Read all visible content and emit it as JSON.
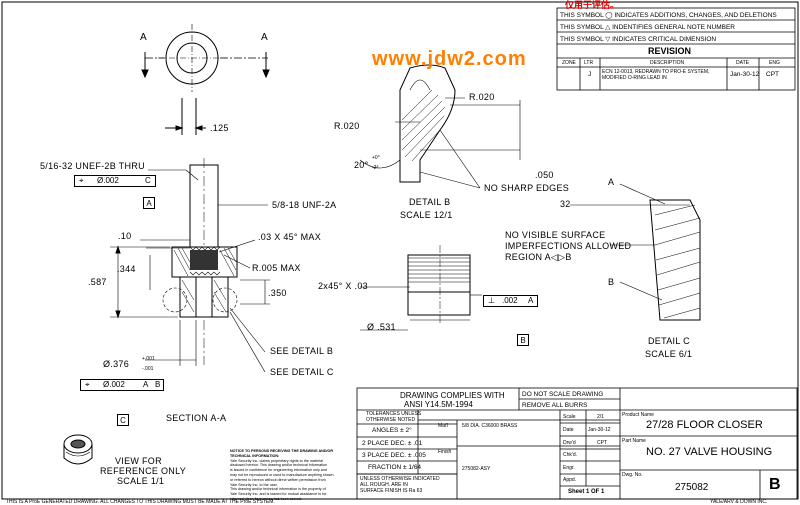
{
  "watermark": "www.jdw2.com",
  "top_red_note": "仅用于评估。",
  "symbol_notes": [
    "THIS SYMBOL ◯ INDICATES ADDITIONS, CHANGES, AND DELETIONS",
    "THIS SYMBOL △ INDENTIFIES GENERAL NOTE NUMBER",
    "THIS SYMBOL ▽ INDICATES CRITICAL DIMENSION"
  ],
  "revision": {
    "title": "REVISION",
    "headers": [
      "ZONE",
      "LTR",
      "DESCRIPTION",
      "DATE",
      "ENG"
    ],
    "row": {
      "zone": "",
      "ltr": "J",
      "description": "ECN 12-0013, REDRAWN TO PRO-E SYSTEM, MODIFIED O-RING LEAD IN",
      "date": "Jan-30-12",
      "eng": "CPT"
    }
  },
  "views": {
    "top_section_a_left": "A",
    "top_section_a_right": "A",
    "dim_125": ".125",
    "thread_callout": "5/16-32 UNEF-2B THRU",
    "fcf1": {
      "sym": "⌖",
      "tol": "Ø.002",
      "datum": "C"
    },
    "datum_a": "A",
    "thread_5_8": "5/8-18 UNF-2A",
    "dim_10": ".10",
    "chamfer_03": ".03 X 45° MAX",
    "dim_344": ".344",
    "dim_587": ".587",
    "r_005": "R.005 MAX",
    "dim_350": ".350",
    "dia_376": "Ø.376",
    "tol_376_up": "+.001",
    "tol_376_dn": "-.001",
    "fcf2": {
      "sym": "⌖",
      "tol": "Ø.002",
      "d1": "A",
      "d2": "B"
    },
    "datum_c": "C",
    "see_detail_b": "SEE DETAIL  B",
    "see_detail_c": "SEE DETAIL  C",
    "section_aa": "SECTION  A-A",
    "view_ref": [
      "VIEW FOR",
      "REFERENCE ONLY",
      "SCALE  1/1"
    ],
    "detail_b": {
      "r020a": "R.020",
      "r020b": "R.020",
      "angle": "20°",
      "angle_up": "+0°",
      "angle_dn": "-2°",
      "dim_050": ".050",
      "no_sharp": "NO SHARP EDGES",
      "title": "DETAIL  B",
      "scale": "SCALE  12/1"
    },
    "dia_58": "5/8 DIA. C36000 BRASS",
    "chamfer_2x": "2x45°  X  .03",
    "dia_531": "Ø .531",
    "fcf3": {
      "sym": "⊥",
      "tol": ".002",
      "datum": "A"
    },
    "datum_b": "B",
    "detail_c": {
      "a": "A",
      "n32": "32",
      "note": [
        "NO VISIBLE SURFACE",
        "IMPERFECTIONS ALLOWED",
        "REGION A◁▷B"
      ],
      "b": "B",
      "title": "DETAIL  C",
      "scale": "SCALE  6/1"
    }
  },
  "title_block": {
    "complies": [
      "DRAWING COMPLIES WITH",
      "ANSI Y14.5M-1994"
    ],
    "do_not_scale": "DO NOT SCALE DRAWING",
    "remove_burrs": "REMOVE ALL BURRS",
    "tol_header": [
      "TOLERANCES UNLESS",
      "OTHERWISE NOTED"
    ],
    "angles": "ANGLES ± 2°",
    "two_place": "2 PLACE DEC. ± .01",
    "three_place": "3 PLACE DEC. ± .005",
    "fraction": "FRACTION ± 1/64",
    "surface": [
      "UNLESS OTHERWISE INDICATED",
      "ALL ROUGH. ARE IN",
      "SURFACE FINISH IS Ra 63"
    ],
    "notice": [
      "NOTICE TO PERSONS RECEIVING THE DRAWING AND/OR TECHNICAL INFORMATION:",
      "Yale Security Inc. claims proprietary rights to the material",
      "disclosed hereon. This drawing and/or technical information",
      "is issued in confidence for engineering information only and",
      "may not be reproduced or used to manufacture anything shown",
      "or referred to hereon without direct written permission from",
      "Yale Security Inc. to the user.",
      "This drawing and/or technical information is the property of",
      "Yale Security Inc. and is loaned for mutual assistance to be",
      "returned when its purpose has been served."
    ],
    "matl": "Mat'l",
    "matl_value": "5/8 DIA. C36000 BRASS",
    "finish": "Finish",
    "asy": "275082-ASY",
    "scale_lbl": "Scale",
    "scale_val": "2/1",
    "date_lbl": "Date",
    "date_val": "Jan-30-12",
    "drwn_lbl": "Drw'd",
    "drwn_val": "CPT",
    "chkd_lbl": "Chk'd.",
    "engr_lbl": "Engr.",
    "appd_lbl": "Appd.",
    "sheet": "Sheet 1 OF 1",
    "product_name_lbl": "Product Name",
    "product_name": "27/28 FLOOR CLOSER",
    "part_name_lbl": "Part Name",
    "part_name": "NO. 27 VALVE HOUSING",
    "dwg_no_lbl": "Dwg. No.",
    "dwg_no": "275082",
    "rev": "B"
  },
  "bottom_note": "THIS IS A ProE GENERATED DRAWING. ALL CHANGES TO THIS DRAWING MUST BE MADE AT THE ProE SYSTEM.",
  "bottom_right": "YALE/ARV & DOWN INC."
}
